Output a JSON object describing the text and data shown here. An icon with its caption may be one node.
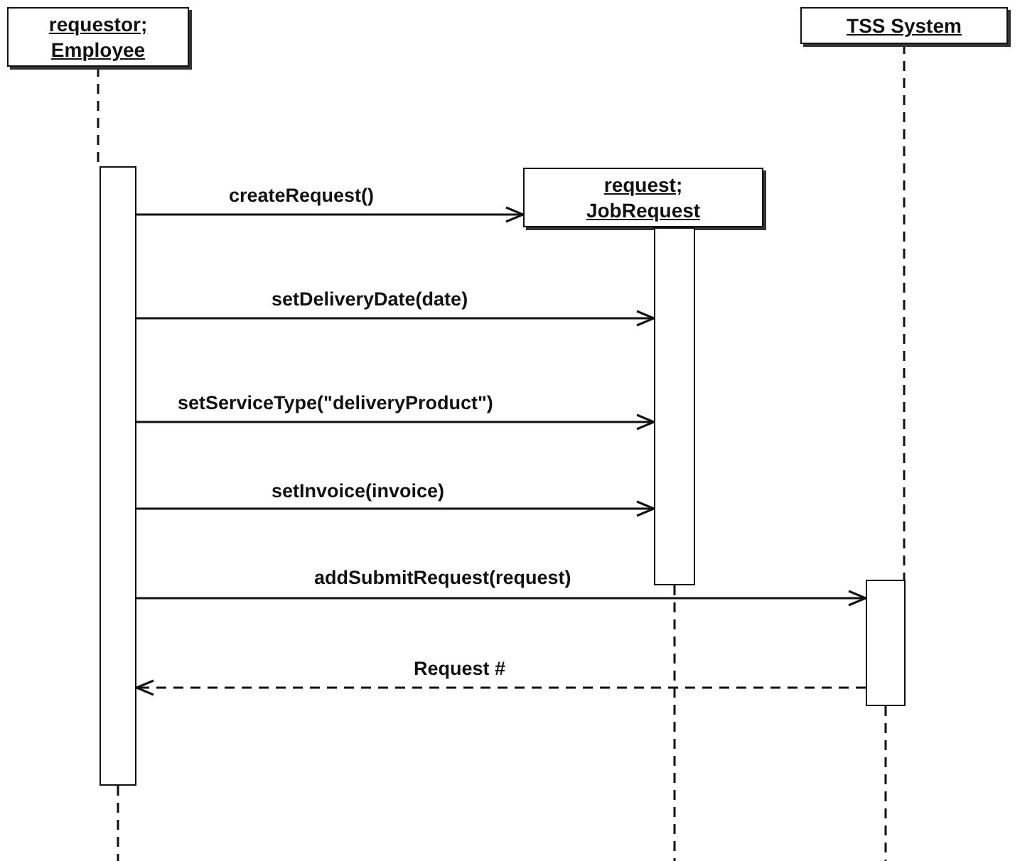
{
  "diagram": {
    "nodes": [
      {
        "text": [
          "requestor; Employee"
        ]
      },
      {
        "text": [
          "request; JobRequest"
        ]
      },
      {
        "text": [
          "TSS System"
        ]
      },
      {
        "text": [],
        "shape": "bar"
      },
      {
        "text": [],
        "shape": "bar"
      },
      {
        "text": [],
        "shape": "bar"
      }
    ],
    "edges": [
      {
        "from": 3,
        "to": 1,
        "arrow": "to",
        "label": "createRequest()"
      },
      {
        "from": 3,
        "to": 4,
        "arrow": "to",
        "label": "setDeliveryDate(date)"
      },
      {
        "from": 3,
        "to": 4,
        "arrow": "to",
        "label": "setServiceType(\"deliveryProduct\")"
      },
      {
        "from": 3,
        "to": 4,
        "arrow": "to",
        "label": "setInvoice(invoice)"
      },
      {
        "from": 3,
        "to": 5,
        "arrow": "to",
        "label": "addSubmitRequest(request)"
      },
      {
        "from": 5,
        "to": 3,
        "arrow": "to",
        "label": "Request #",
        "style": "dashed"
      },
      {
        "from": 0,
        "to": 3,
        "arrow": "none",
        "style": "dashed"
      },
      {
        "from": 2,
        "to": 5,
        "arrow": "none",
        "style": "dashed"
      },
      {
        "from": 3,
        "to": null,
        "arrow": "none",
        "style": "dashed"
      },
      {
        "from": 4,
        "to": null,
        "arrow": "none",
        "style": "dashed"
      },
      {
        "from": 5,
        "to": null,
        "arrow": "none",
        "style": "dashed"
      }
    ]
  }
}
